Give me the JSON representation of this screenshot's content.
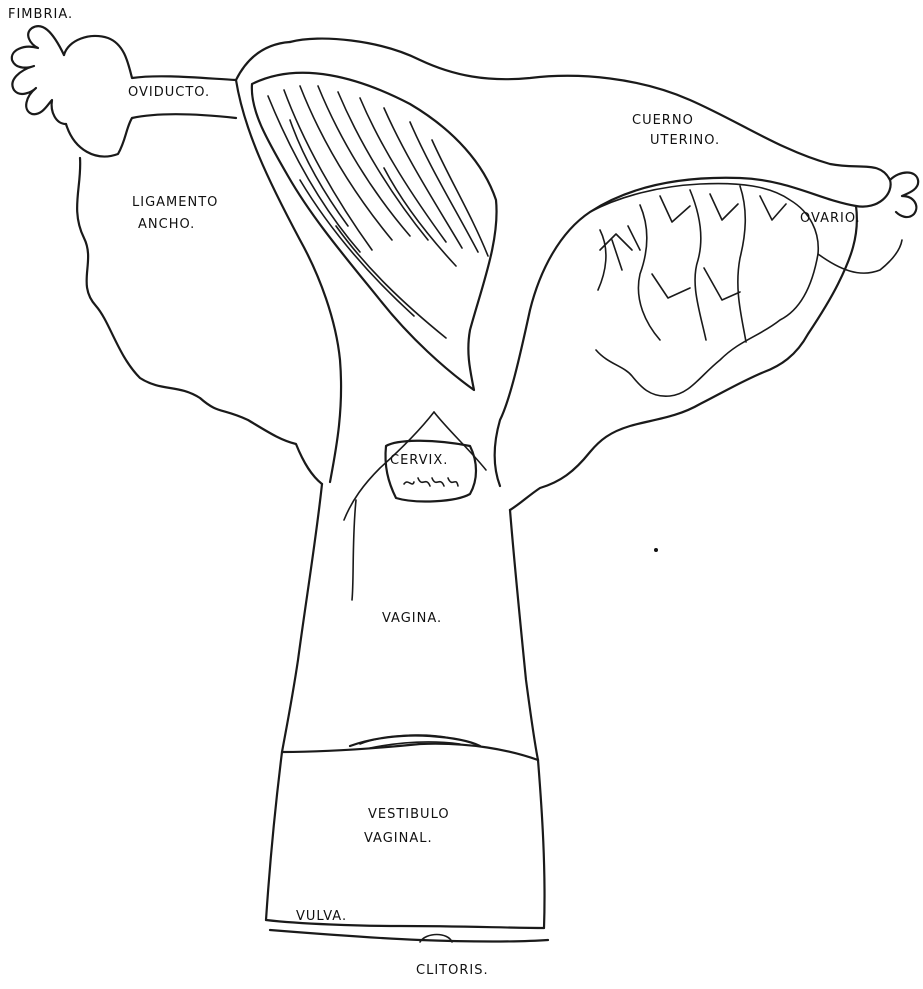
{
  "labels": {
    "fimbria": "FIMBRIA.",
    "oviducto": "OVIDUCTO.",
    "cuerno_uterino_1": "CUERNO",
    "cuerno_uterino_2": "UTERINO.",
    "ovario": "OVARIO.",
    "ligamento_ancho_1": "LIGAMENTO",
    "ligamento_ancho_2": "ANCHO.",
    "cervix": "CERVIX.",
    "vagina": "VAGINA.",
    "vestibulo_1": "VESTIBULO",
    "vestibulo_2": "VAGINAL.",
    "vulva": "VULVA.",
    "clitoris": "CLITORIS."
  }
}
